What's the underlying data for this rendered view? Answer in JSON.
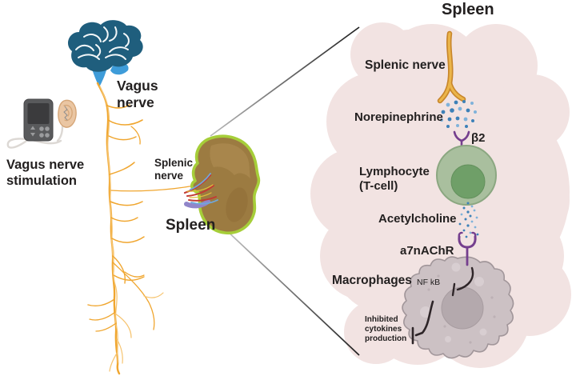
{
  "left": {
    "vagus_nerve": "Vagus\nnerve",
    "stimulation": "Vagus nerve\nstimulation",
    "splenic_nerve": "Splenic\nnerve",
    "spleen": "Spleen"
  },
  "right": {
    "title": "Spleen",
    "splenic_nerve": "Splenic nerve",
    "norepinephrine": "Norepinephrine",
    "beta2": "β2",
    "lymphocyte": "Lymphocyte\n(T-cell)",
    "acetylcholine": "Acetylcholine",
    "receptor": "a7nAChR",
    "macrophages": "Macrophages",
    "nfkb": "NF kB",
    "inhibited": "Inhibited\ncytokines\nproduction"
  },
  "colors": {
    "text": "#232020",
    "brain": "#1F5E7D",
    "brainstem": "#3E9CD9",
    "nerve": "#F0A62F",
    "nerve_light": "#F6C470",
    "device_body": "#595A5C",
    "device_screen": "#3B3B3D",
    "device_buttons": "#9A9B9D",
    "cable": "#DCD8D4",
    "ear_skin": "#EAC6A3",
    "ear_outline": "#D5A678",
    "spleen_fill": "#9C7B41",
    "spleen_outline": "#A6CE39",
    "vessel_red": "#C23B33",
    "vessel_blue": "#6FA8DC",
    "vessel_purple": "#9186C9",
    "blob": "#F2E3E2",
    "snerve_outline": "#C8862B",
    "snerve_fill": "#EBB54A",
    "dots_blue": "#3D81B8",
    "dots_blue_light": "#7FB2DA",
    "lymph_outer": "#A9BF9E",
    "lymph_outer_border": "#8BA781",
    "lymph_nucleus": "#6F9F68",
    "receptor_purple": "#753F8E",
    "macrophage_fill": "#CCC1C4",
    "macrophage_border": "#A1969A",
    "macrophage_nucleus": "#B4A9AD",
    "arrow_dark": "#2E2528"
  }
}
